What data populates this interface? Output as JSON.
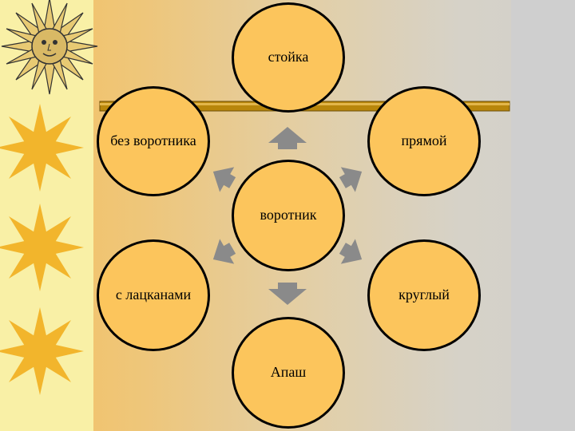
{
  "diagram": {
    "center": {
      "label": "воротник"
    },
    "nodes": [
      {
        "id": "top",
        "label": "стойка"
      },
      {
        "id": "upper-left",
        "label": "без воротника"
      },
      {
        "id": "upper-right",
        "label": "прямой"
      },
      {
        "id": "lower-left",
        "label": "с лацканами"
      },
      {
        "id": "lower-right",
        "label": "круглый"
      },
      {
        "id": "bottom",
        "label": "Апаш"
      }
    ]
  },
  "colors": {
    "node_fill": "#fcc55c",
    "arrow": "#8a8a8a",
    "bar": "#c79a18",
    "sun": "#f2b52c"
  }
}
